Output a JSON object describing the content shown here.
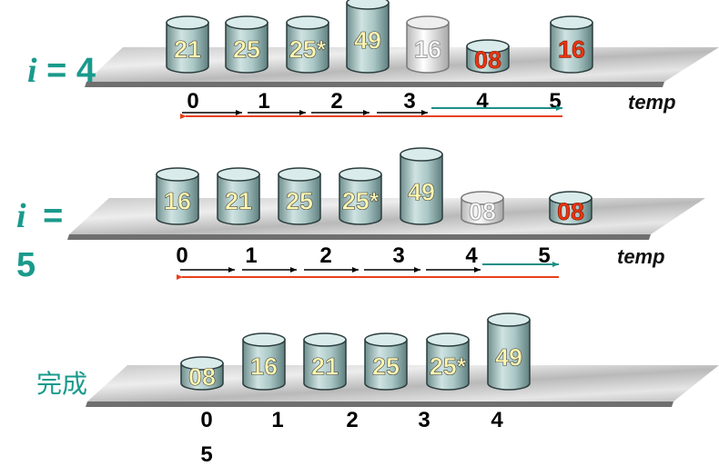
{
  "panels": [
    {
      "id": "i4",
      "label_parts": [
        "i",
        "= 4"
      ],
      "temp_label": "temp",
      "cylinders": [
        {
          "value": "21",
          "style": "normal",
          "level": 1
        },
        {
          "value": "25",
          "style": "normal",
          "level": 1
        },
        {
          "value": "25*",
          "style": "normal",
          "level": 1
        },
        {
          "value": "49",
          "style": "normal",
          "level": 2
        },
        {
          "value": "16",
          "style": "ghost",
          "level": 1
        },
        {
          "value": "08",
          "style": "red",
          "level": 0
        }
      ],
      "temp_cylinder": {
        "value": "16",
        "style": "red",
        "level": 1
      },
      "indices": [
        "0",
        "1",
        "2",
        "3",
        "4",
        "5"
      ]
    },
    {
      "id": "i5",
      "label_parts": [
        "i",
        "=",
        "5"
      ],
      "temp_label": "temp",
      "cylinders": [
        {
          "value": "16",
          "style": "normal",
          "level": 1
        },
        {
          "value": "21",
          "style": "normal",
          "level": 1
        },
        {
          "value": "25",
          "style": "normal",
          "level": 1
        },
        {
          "value": "25*",
          "style": "normal",
          "level": 1
        },
        {
          "value": "49",
          "style": "normal",
          "level": 2
        },
        {
          "value": "08",
          "style": "ghost",
          "level": 0
        }
      ],
      "temp_cylinder": {
        "value": "08",
        "style": "red",
        "level": 0
      },
      "indices": [
        "0",
        "1",
        "2",
        "3",
        "4",
        "5"
      ]
    },
    {
      "id": "done",
      "label_parts": [
        "完成"
      ],
      "cylinders": [
        {
          "value": "08",
          "style": "normal",
          "level": 0
        },
        {
          "value": "16",
          "style": "normal",
          "level": 1
        },
        {
          "value": "21",
          "style": "normal",
          "level": 1
        },
        {
          "value": "25",
          "style": "normal",
          "level": 1
        },
        {
          "value": "25*",
          "style": "normal",
          "level": 1
        },
        {
          "value": "49",
          "style": "normal",
          "level": 2
        }
      ],
      "indices": [
        "0",
        "1",
        "2",
        "3",
        "4",
        "5"
      ]
    }
  ],
  "colors": {
    "label_teal": "#1a9a8c",
    "cyl_body": "#a7c4c3",
    "cyl_top": "#d9ebea",
    "cyl_edge": "#2c3d3d",
    "num_yellow": "#fff8b0",
    "num_red": "#ee3311",
    "ghost_fill": "#eeeeee",
    "arrow_red": "#e8401c",
    "arrow_teal": "#1f8f86",
    "arrow_black": "#000000"
  }
}
